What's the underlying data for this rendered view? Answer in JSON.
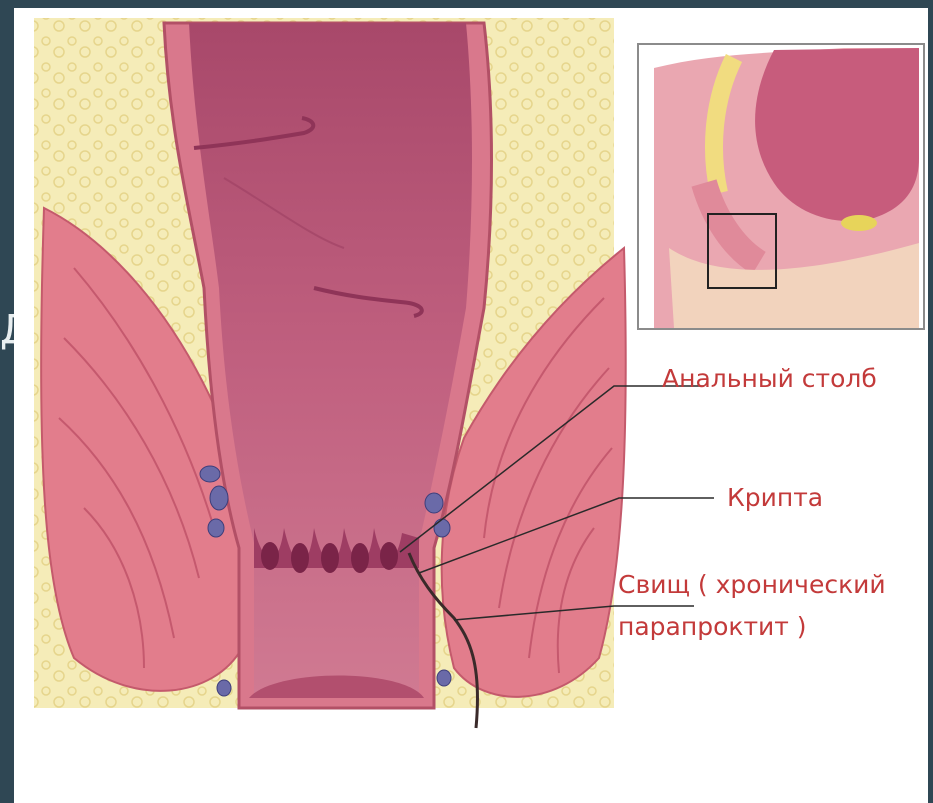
{
  "slide": {
    "edge_letter": "Д"
  },
  "labels": {
    "anal_column": "Анальный столб",
    "crypt": "Крипта",
    "fistula_line1": "Свищ ( хронический",
    "fistula_line2": "парапроктит )"
  },
  "colors": {
    "label_text": "#c33a3a",
    "slide_background": "#2f4754",
    "mucosa": "#b8506f",
    "muscle": "#e07a8a",
    "fat": "#f3eab0"
  }
}
